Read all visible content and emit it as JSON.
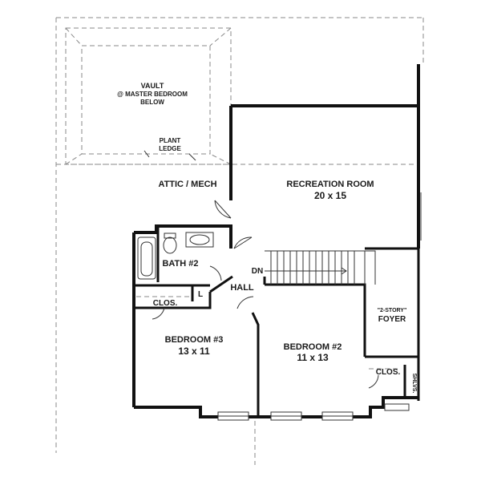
{
  "rooms": {
    "vault_line1": "VAULT",
    "vault_line2": "@ MASTER BEDROOM",
    "vault_line3": "BELOW",
    "plant_line1": "PLANT",
    "plant_line2": "LEDGE",
    "attic": "ATTIC / MECH",
    "recreation_name": "RECREATION ROOM",
    "recreation_size": "20 x 15",
    "bath": "BATH #2",
    "dn": "DN",
    "hall": "HALL",
    "closet_left": "CLOS.",
    "linen": "L",
    "foyer_line1": "\"2-STORY\"",
    "foyer_line2": "FOYER",
    "bedroom3_name": "BEDROOM #3",
    "bedroom3_size": "13 x 11",
    "bedroom2_name": "BEDROOM #2",
    "bedroom2_size": "11 x 13",
    "closet_right": "CLOS.",
    "shelves": "SHLVS."
  },
  "colors": {
    "wall": "#111111",
    "dashed": "#888888",
    "background": "#ffffff"
  }
}
